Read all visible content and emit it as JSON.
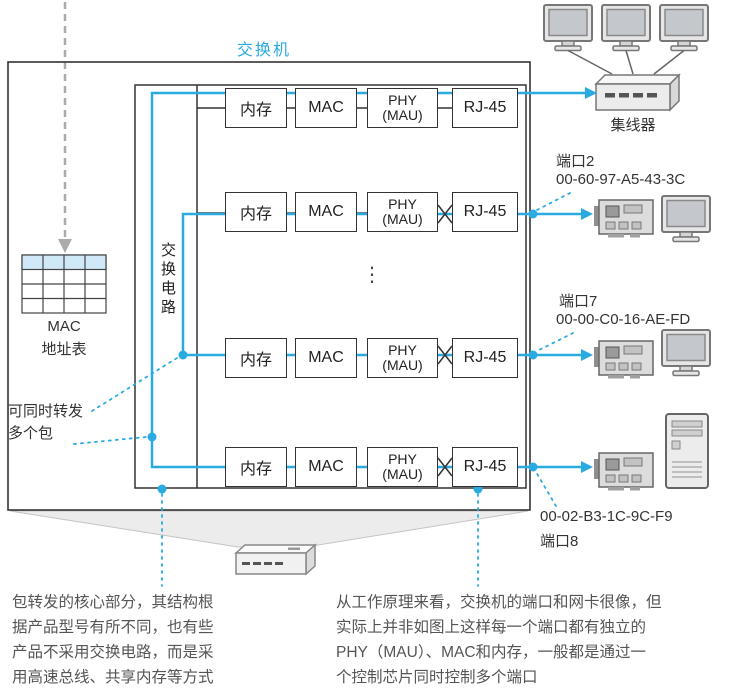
{
  "title": "交换机",
  "colors": {
    "accent": "#29ABE2",
    "line": "#333333",
    "note_text": "#555555",
    "gray_arrow": "#ababab",
    "table_header": "#cfe9f8"
  },
  "fabric_label": "交换电路",
  "columns": {
    "memory": "内存",
    "mac": "MAC",
    "phy_top": "PHY",
    "phy_bottom": "(MAU)",
    "rj45": "RJ-45"
  },
  "ellipsis": "⋮",
  "mac_table": {
    "line1": "MAC",
    "line2": "地址表"
  },
  "callouts": {
    "multi_line1": "可同时转发",
    "multi_line2": "多个包"
  },
  "hub_label": "集线器",
  "ports": {
    "port2": {
      "label": "端口2",
      "mac": "00-60-97-A5-43-3C"
    },
    "port7": {
      "label": "端口7",
      "mac": "00-00-C0-16-AE-FD"
    },
    "port8": {
      "label": "端口8",
      "mac": "00-02-B3-1C-9C-F9"
    }
  },
  "notes": {
    "left": [
      "包转发的核心部分，其结构根",
      "据产品型号有所不同，也有些",
      "产品不采用交换电路，而是采",
      "用高速总线、共享内存等方式"
    ],
    "right": [
      "从工作原理来看，交换机的端口和网卡很像，但",
      "实际上并非如图上这样每一个端口都有独立的",
      "PHY（MAU）、MAC和内存，一般都是通过一",
      "个控制芯片同时控制多个端口"
    ]
  }
}
